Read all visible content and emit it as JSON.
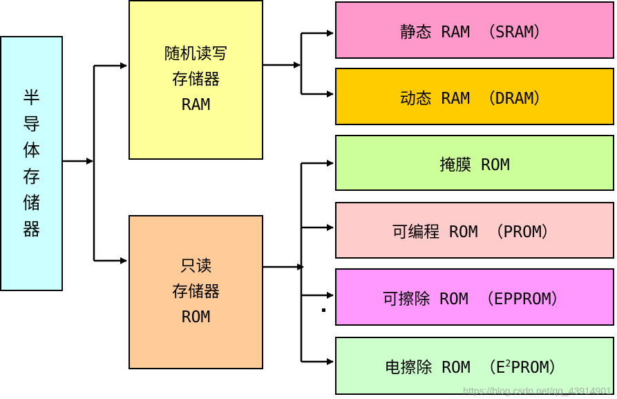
{
  "root": {
    "label": "半导体存储器"
  },
  "categories": [
    {
      "id": "ram",
      "lines": [
        "随机读写",
        "存储器",
        "RAM"
      ]
    },
    {
      "id": "rom",
      "lines": [
        "只读",
        "存储器",
        "ROM"
      ]
    }
  ],
  "leaves": {
    "sram": {
      "label": "静态 RAM （SRAM）"
    },
    "dram": {
      "label": "动态 RAM （DRAM）"
    },
    "mask": {
      "label": "掩膜 ROM"
    },
    "prom": {
      "label": "可编程 ROM （PROM）"
    },
    "eprom": {
      "label": "可擦除 ROM （EPPROM）"
    },
    "eeprom": {
      "prefix": "电擦除 ROM （E",
      "superscript": "2",
      "suffix": "PROM）"
    }
  },
  "watermark": "https://blog.csdn.net/qq_43914901",
  "colors": {
    "root": "#ccffff",
    "ram": "#ffff99",
    "rom": "#ffcc99",
    "sram": "#ff99cc",
    "dram": "#ffcc00",
    "mask": "#ccff99",
    "prom": "#ffcccc",
    "eprom": "#ff99ff",
    "eeprom": "#ccffcc"
  }
}
